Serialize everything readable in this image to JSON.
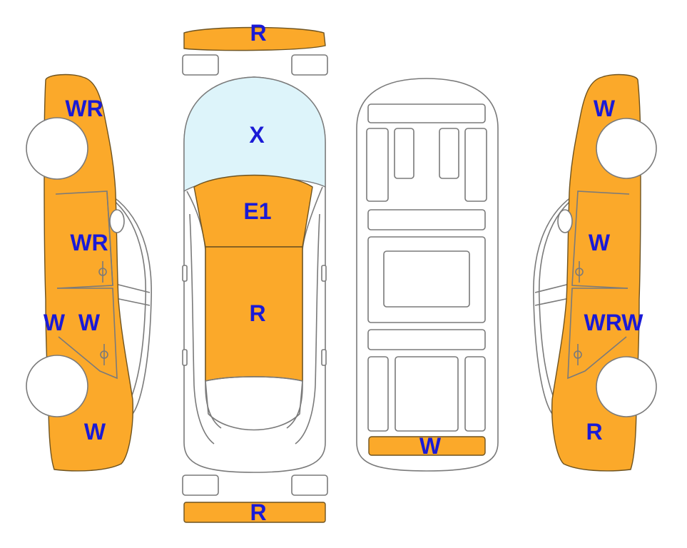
{
  "colors": {
    "damage_fill": "#FBA92A",
    "glass_tint": "#DDF4FA",
    "label_text": "#1A1AD6",
    "outline": "#7A7A7A",
    "background": "#FFFFFF"
  },
  "panels": {
    "front_bumper": {
      "code": "R",
      "status": "damaged"
    },
    "windshield": {
      "code": "X",
      "status": "tinted"
    },
    "hood": {
      "code": "E1",
      "status": "damaged"
    },
    "roof": {
      "code": "R",
      "status": "damaged"
    },
    "rear_bumper": {
      "code": "R",
      "status": "damaged"
    },
    "trunk_sill": {
      "code": "W",
      "status": "damaged"
    },
    "left_front_fender": {
      "code": "WR",
      "status": "damaged"
    },
    "left_front_door": {
      "code": "WR",
      "status": "damaged"
    },
    "left_rocker": {
      "code": "W",
      "status": "damaged"
    },
    "left_rear_door": {
      "code": "W",
      "status": "damaged"
    },
    "left_rear_quarter": {
      "code": "W",
      "status": "damaged"
    },
    "right_front_fender": {
      "code": "W",
      "status": "damaged"
    },
    "right_front_door": {
      "code": "W",
      "status": "damaged"
    },
    "right_rear_door": {
      "code": "WRW",
      "status": "damaged"
    },
    "right_rear_quarter": {
      "code": "R",
      "status": "damaged"
    }
  }
}
